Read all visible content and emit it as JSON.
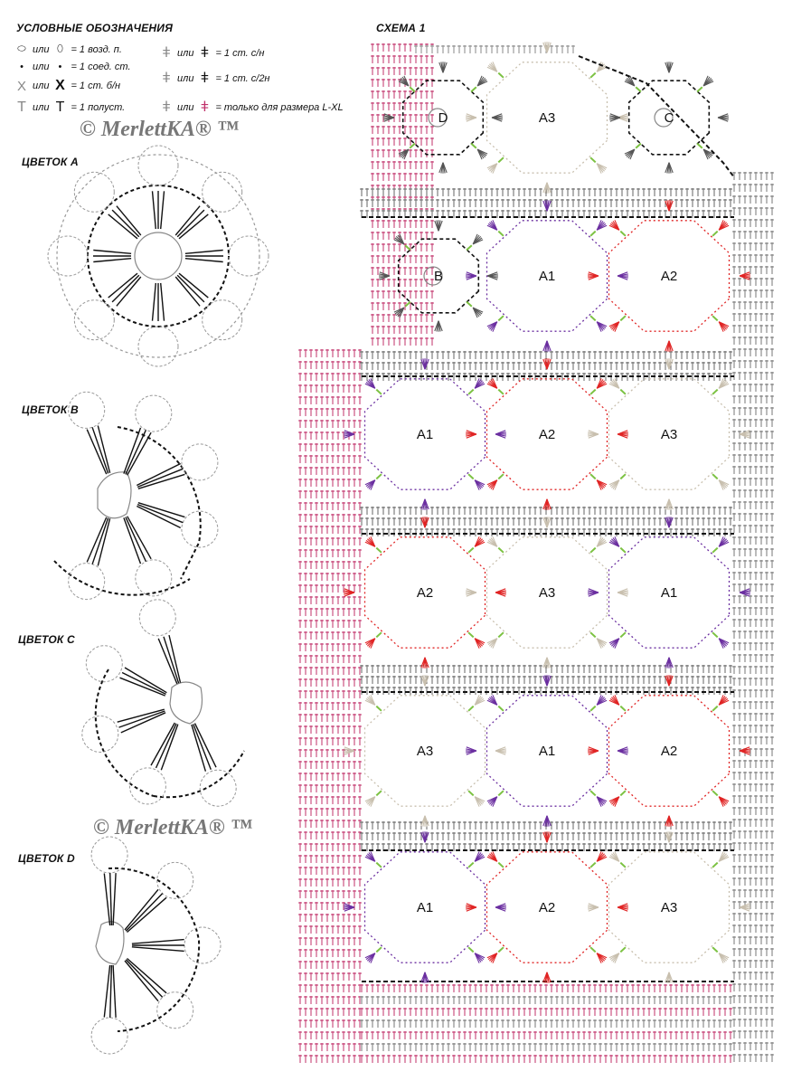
{
  "legend": {
    "title": "УСЛОВНЫЕ ОБОЗНАЧЕНИЯ",
    "or": "или",
    "items": [
      {
        "text": "= 1 возд. п."
      },
      {
        "text": "= 1 соед. ст."
      },
      {
        "text": "= 1 ст. б/н"
      },
      {
        "text": "= 1 полуст."
      },
      {
        "text": "= 1 ст. с/н"
      },
      {
        "text": "= 1 ст. с/2н"
      },
      {
        "text": "= только для размера L-XL"
      }
    ]
  },
  "watermark": "© MerlettKA® ™",
  "flowers": {
    "a": "ЦВЕТОК А",
    "b": "ЦВЕТОК В",
    "c": "ЦВЕТОК С",
    "d": "ЦВЕТОК D"
  },
  "scheme": {
    "title": "СХЕМА 1",
    "colors": {
      "A1": "#6b2fa0",
      "A2": "#e02424",
      "A3": "#c8bfae",
      "edge": "#c0306a",
      "link": "#7cc242",
      "dark": "#111111"
    },
    "rows": [
      {
        "cells": [
          "D",
          "A3",
          "C"
        ]
      },
      {
        "cells": [
          "B",
          "A1",
          "A2"
        ]
      },
      {
        "cells": [
          "A1",
          "A2",
          "A3"
        ]
      },
      {
        "cells": [
          "A2",
          "A3",
          "A1"
        ]
      },
      {
        "cells": [
          "A3",
          "A1",
          "A2"
        ]
      },
      {
        "cells": [
          "A1",
          "A2",
          "A3"
        ]
      }
    ]
  }
}
